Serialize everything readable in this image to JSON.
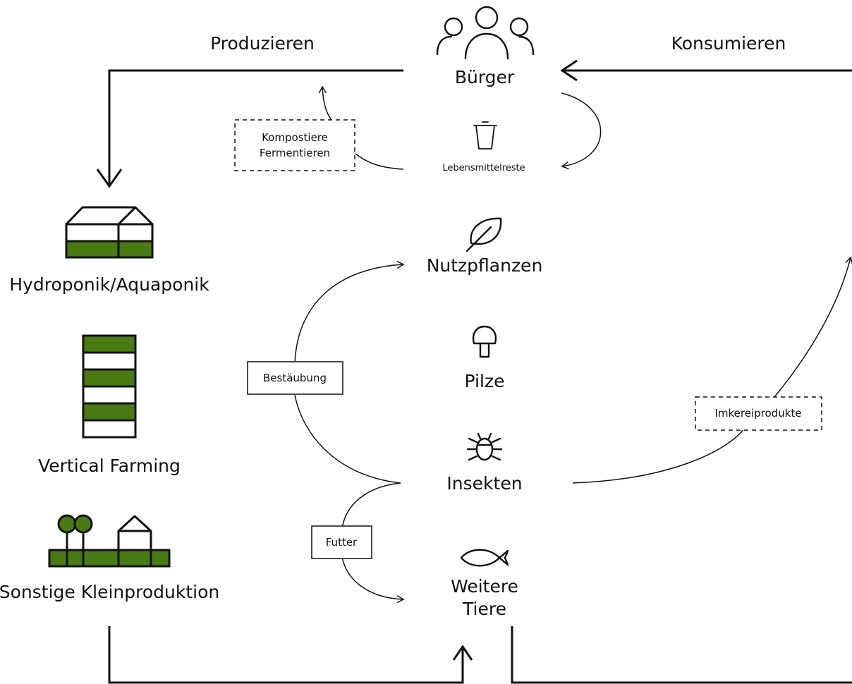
{
  "flows": {
    "produce": "Produzieren",
    "consume": "Konsumieren"
  },
  "center": {
    "citizens": "Bürger",
    "food_waste": "Lebensmittelreste",
    "crops": "Nutzpflanzen",
    "mushrooms": "Pilze",
    "insects": "Insekten",
    "animals_line1": "Weitere",
    "animals_line2": "Tiere"
  },
  "boxes": {
    "compost_line1": "Kompostiere",
    "compost_line2": "Fermentieren",
    "pollination": "Bestäubung",
    "feed": "Futter",
    "beekeeping": "Imkereiprodukte"
  },
  "production": {
    "hydroponics": "Hydroponik/Aquaponik",
    "vertical": "Vertical Farming",
    "other": "Sonstige Kleinproduktion"
  },
  "colors": {
    "green": "#4a7a13",
    "line": "#111111"
  },
  "icons": [
    "people-icon",
    "trash-bin-icon",
    "leaf-icon",
    "mushroom-icon",
    "bug-icon",
    "fish-icon",
    "greenhouse-icon",
    "vertical-farm-icon",
    "small-farm-icon"
  ]
}
